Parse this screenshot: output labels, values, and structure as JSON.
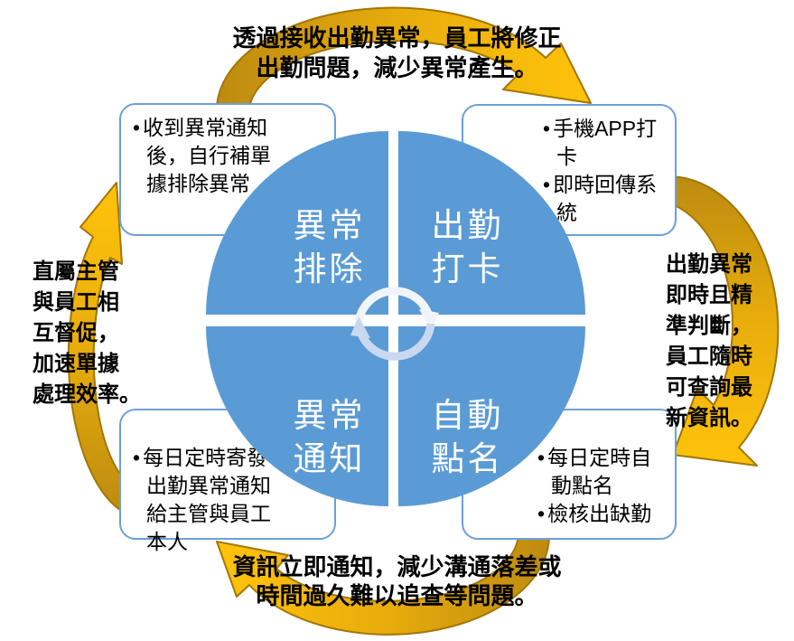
{
  "diagram": {
    "type": "cycle-diagram",
    "top_note": {
      "lines": [
        "透過接收出勤異常，員工將修正",
        "出勤問題，減少異常產生。"
      ]
    },
    "bottom_note": {
      "lines": [
        "資訊立即通知，減少溝通落差或",
        "時間過久難以追查等問題。"
      ]
    },
    "left_note": {
      "lines": [
        "直屬主管",
        "與員工相",
        "互督促，",
        "加速單據",
        "處理效率。"
      ]
    },
    "right_note": {
      "lines": [
        "出勤異常",
        "即時且精",
        "準判斷，",
        "員工隨時",
        "可查詢最",
        "新資訊。"
      ]
    },
    "quadrants": {
      "top_left": {
        "label_lines": [
          "異常",
          "排除"
        ]
      },
      "top_right": {
        "label_lines": [
          "出勤",
          "打卡"
        ]
      },
      "bottom_left": {
        "label_lines": [
          "異常",
          "通知"
        ]
      },
      "bottom_right": {
        "label_lines": [
          "自動",
          "點名"
        ]
      }
    },
    "callouts": {
      "top_left": {
        "bullets": [
          "收到異常通知後，自行補單據排除異常"
        ]
      },
      "top_right": {
        "bullets": [
          "手機APP打卡",
          "即時回傳系統"
        ]
      },
      "bottom_left": {
        "bullets": [
          "每日定時寄發出勤異常通知給主管與員工本人"
        ]
      },
      "bottom_right": {
        "bullets": [
          "每日定時自動點名",
          "檢核出缺勤"
        ]
      }
    },
    "icons": {
      "center": "cycle-refresh-arrows",
      "flow": [
        "curved-arrow-top",
        "curved-arrow-right",
        "curved-arrow-bottom",
        "curved-arrow-left"
      ]
    },
    "colors": {
      "quadrant_blue": "#5B9BD5",
      "callout_border": "#6CA0DC",
      "arrow_gold": "#FFC30B",
      "arrow_gold_dark": "#BD8B10",
      "arrow_outline": "#A27607",
      "label_text": "#FFFFFF",
      "note_text": "#000000",
      "cycle_arc_top": "#F1F5FB",
      "cycle_arc_bottom": "#C9D8F0"
    }
  }
}
